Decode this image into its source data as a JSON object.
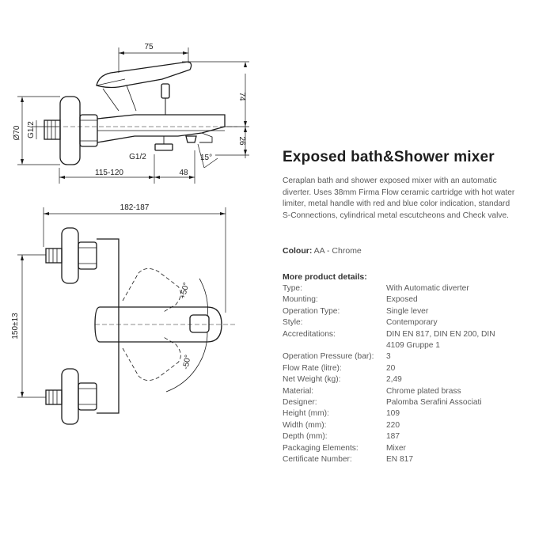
{
  "drawing": {
    "top_view": {
      "dim_75": "75",
      "dim_74": "74",
      "dim_26": "26",
      "dim_o70": "Ø70",
      "dim_g12_left": "G1/2",
      "dim_g12_bottom": "G1/2",
      "dim_115": "115-120",
      "dim_48": "48",
      "dim_15deg": "15°"
    },
    "front_view": {
      "dim_182": "182-187",
      "dim_150": "150±13",
      "angle_plus50": "+50°",
      "angle_minus50": "-50°"
    }
  },
  "product": {
    "title": "Exposed bath&Shower mixer",
    "description": "Ceraplan bath and shower exposed mixer with an automatic diverter. Uses 38mm Firma Flow ceramic cartridge with hot water limiter, metal handle with red and blue color indication, standard S-Connections, cylindrical metal escutcheons and Check valve.",
    "colour_label": "Colour:",
    "colour_value": "AA - Chrome",
    "details_heading": "More product details:",
    "specs": [
      {
        "label": "Type:",
        "value": "With Automatic diverter"
      },
      {
        "label": "Mounting:",
        "value": "Exposed"
      },
      {
        "label": "Operation Type:",
        "value": "Single lever"
      },
      {
        "label": "Style:",
        "value": "Contemporary"
      },
      {
        "label": "Accreditations:",
        "value": "DIN EN 817, DIN EN 200, DIN 4109 Gruppe 1"
      },
      {
        "label": "Operation Pressure (bar):",
        "value": "3"
      },
      {
        "label": "Flow Rate (litre):",
        "value": "20"
      },
      {
        "label": "Net Weight (kg):",
        "value": "2,49"
      },
      {
        "label": "Material:",
        "value": "Chrome plated brass"
      },
      {
        "label": "Designer:",
        "value": "Palomba Serafini Associati"
      },
      {
        "label": "Height (mm):",
        "value": "109"
      },
      {
        "label": "Width (mm):",
        "value": "220"
      },
      {
        "label": "Depth (mm):",
        "value": "187"
      },
      {
        "label": "Packaging Elements:",
        "value": "Mixer"
      },
      {
        "label": "Certificate Number:",
        "value": "EN 817"
      }
    ]
  }
}
